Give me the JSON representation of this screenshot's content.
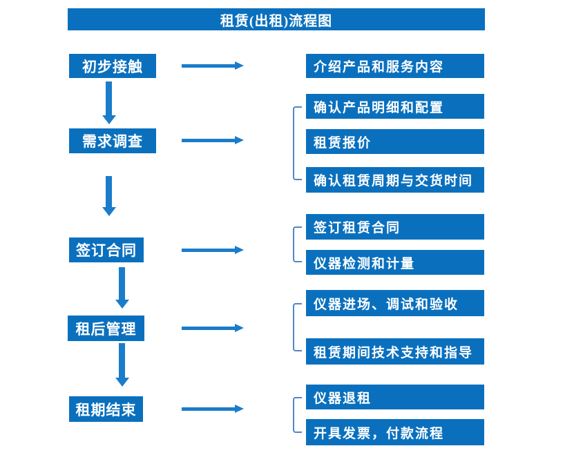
{
  "title": "租赁(出租)流程图",
  "colors": {
    "box_fill": "#0a70be",
    "arrow": "#1b7cca",
    "bracket": "#4f86c6",
    "text": "#ffffff",
    "background": "#ffffff"
  },
  "steps": [
    {
      "label": "初步接触",
      "outputs": [
        "介绍产品和服务内容"
      ]
    },
    {
      "label": "需求调查",
      "outputs": [
        "确认产品明细和配置",
        "租赁报价",
        "确认租赁周期与交货时间"
      ]
    },
    {
      "label": "签订合同",
      "outputs": [
        "签订租赁合同",
        "仪器检测和计量"
      ]
    },
    {
      "label": "租后管理",
      "outputs": [
        "仪器进场、调试和验收",
        "租赁期间技术支持和指导"
      ]
    },
    {
      "label": "租期结束",
      "outputs": [
        "仪器退租",
        "开具发票，付款流程"
      ]
    }
  ]
}
